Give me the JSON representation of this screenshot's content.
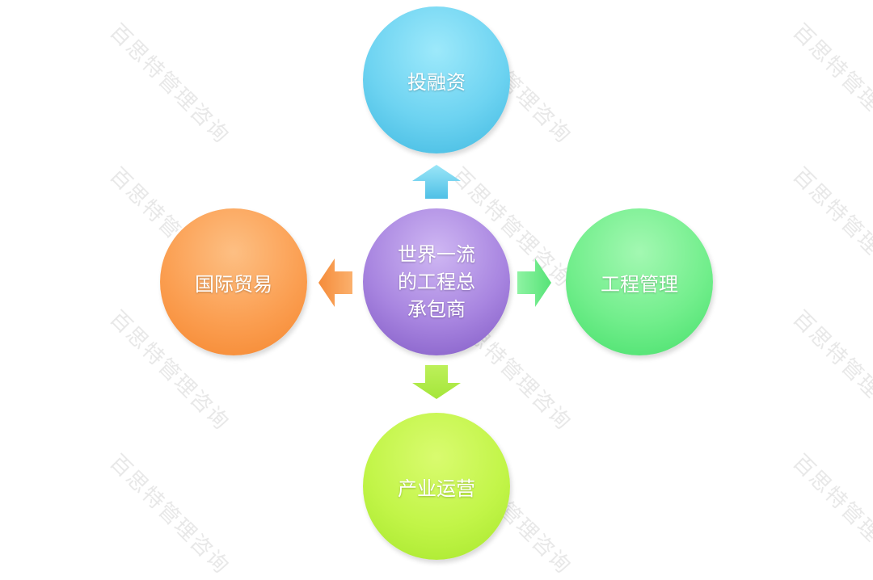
{
  "center": {
    "label": "世界一流\n的工程总\n承包商",
    "color": "#a885e0"
  },
  "nodes": {
    "top": {
      "label": "投融资",
      "color": "#6dd3f1"
    },
    "left": {
      "label": "国际贸易",
      "color": "#fb9f52"
    },
    "right": {
      "label": "工程管理",
      "color": "#72ee8c"
    },
    "bottom": {
      "label": "产业运营",
      "color": "#c2f548"
    }
  },
  "watermark": {
    "text": "百思特管理咨询"
  }
}
